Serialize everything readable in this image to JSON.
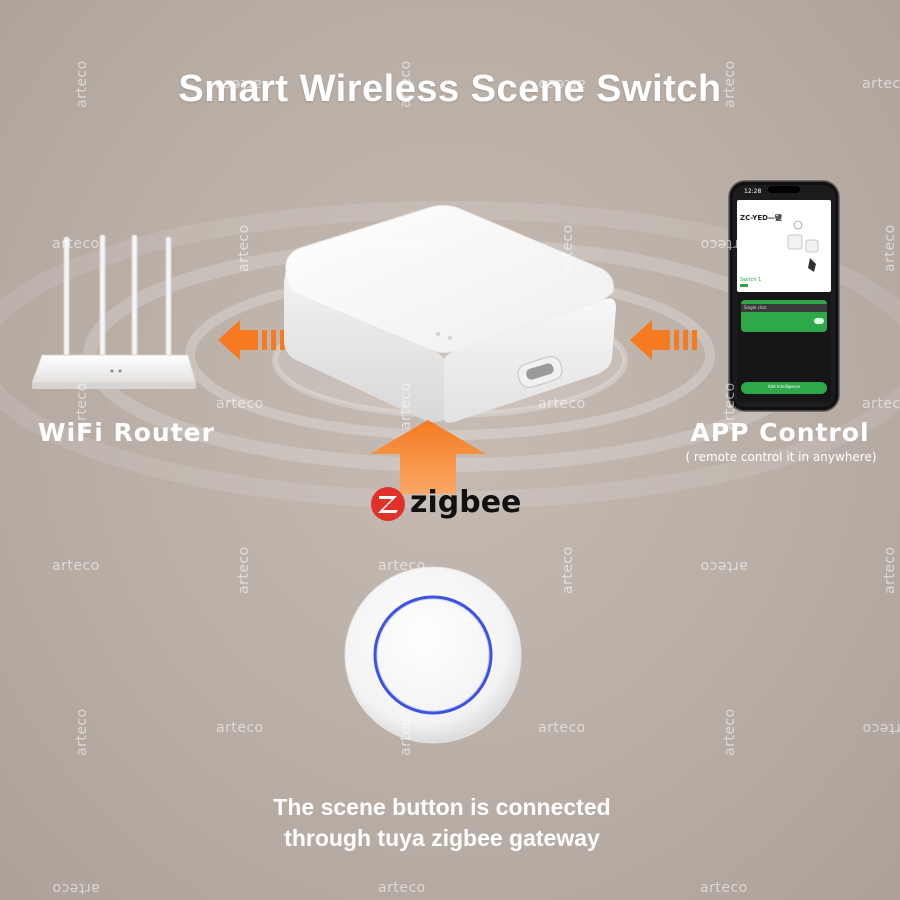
{
  "header": {
    "title": "Smart Wireless Scene Switch"
  },
  "router": {
    "label": "WiFi Router"
  },
  "app": {
    "label": "APP Control",
    "sublabel": "( remote control it in anywhere)"
  },
  "phone": {
    "time": "12:28",
    "device_title": "ZC-YED—键",
    "section_label": "Switch 1",
    "card_label": "Single click",
    "button_label": "Add Intelligence"
  },
  "protocol": {
    "name": "zigbee",
    "badge_letter": "Z"
  },
  "footer": {
    "line1": "The scene button is connected",
    "line2": "through tuya zigbee gateway"
  },
  "watermark": {
    "text": "arteco"
  },
  "colors": {
    "arrow_orange": "#f57a20",
    "zigbee_red": "#e0312a",
    "ring_blue": "#3b53e0",
    "app_green": "#2fa84a",
    "background": "#b9aea6"
  },
  "icons": [
    "arrow-left-icon",
    "arrow-up-icon",
    "zigbee-logo-icon"
  ]
}
